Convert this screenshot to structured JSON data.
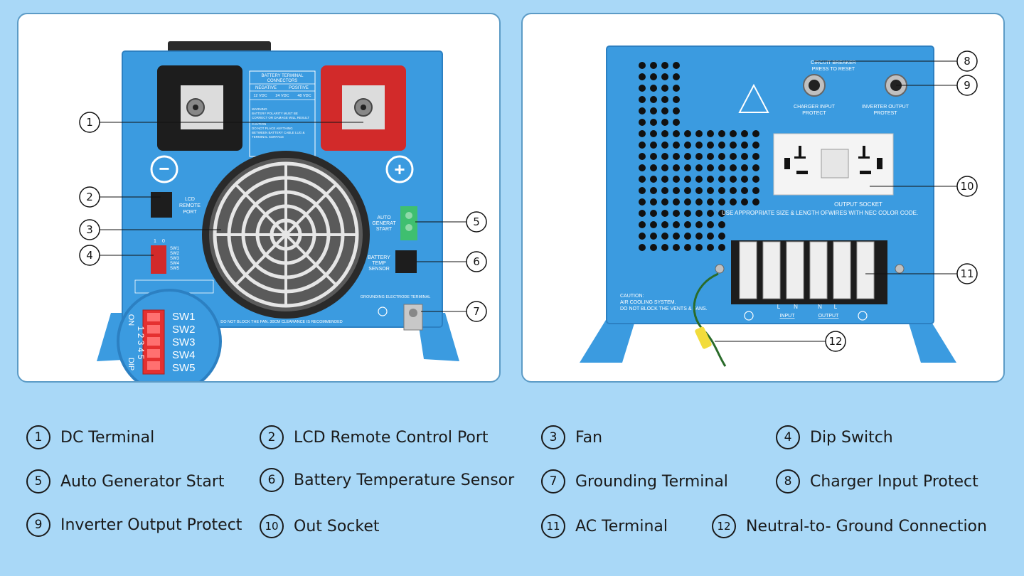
{
  "front_panel": {
    "callouts": [
      "1",
      "2",
      "3",
      "4",
      "5",
      "6",
      "7"
    ],
    "minus_symbol": "−",
    "plus_symbol": "+",
    "lcd_label": [
      "LCD",
      "REMOTE",
      "PORT"
    ],
    "battery_table_title": [
      "BATTERY TERMINAL",
      "CONNECTORS"
    ],
    "battery_table_headers": [
      "NEGATIVE",
      "POSITIVE"
    ],
    "battery_voltages": [
      "12 VDC",
      "24 VDC",
      "48 VDC"
    ],
    "warning_text": [
      "WARNING",
      "BATTERY POLARITY MUST BE",
      "CORRECT OR DAMAGE WILL RESULT",
      "CAUTION",
      "DO NOT PLACE ANYTHING",
      "BETWEEN BATTERY CABLE LUG &",
      "TERMINAL SURFACE"
    ],
    "auto_gen_label": [
      "AUTO",
      "GENERAT",
      "START"
    ],
    "battery_temp_label": [
      "BATTERY",
      "TEMP",
      "SENSOR"
    ],
    "grounding_label": "GROUNDING ELECTRODE TERMINAL",
    "fan_warning": "DO NOT BLOCK THE FAN. 30CM CLEARANCE IS RECOMMENDED",
    "dip_header": [
      "1",
      "0"
    ],
    "dip_labels": [
      "SW1",
      "SW2",
      "SW3",
      "SW4",
      "SW5"
    ],
    "dip_zoom_labels": [
      "SW1",
      "SW2",
      "SW3",
      "SW4",
      "SW5"
    ],
    "dip_zoom_side": "1 2 3 4 5",
    "dip_zoom_on": "ON",
    "dip_zoom_dip": "DIP"
  },
  "back_panel": {
    "callouts": [
      "8",
      "9",
      "10",
      "11",
      "12"
    ],
    "breaker_label": [
      "CIRCUIT BREAKER",
      "PRESS TO RESET"
    ],
    "charger_label": [
      "CHARGER INPUT",
      "PROTECT"
    ],
    "inverter_label": [
      "INVERTER OUTPUT",
      "PROTEST"
    ],
    "socket_label": "OUTPUT  SOCKET",
    "wire_note": "USE APPROPRIATE SIZE & LENGTH OFWIRES WITH NEC COLOR CODE.",
    "caution_text": [
      "CAUTION:",
      "AIR COOLING SYSTEM.",
      "DO NOT BLOCK THE VENTS & FANS."
    ],
    "terminal_labels": [
      "L",
      "N",
      "INPUT",
      "N",
      "L",
      "OUTPUT"
    ]
  },
  "legend": [
    {
      "num": "1",
      "label": "DC Terminal"
    },
    {
      "num": "2",
      "label": "LCD Remote Control Port"
    },
    {
      "num": "3",
      "label": "Fan"
    },
    {
      "num": "4",
      "label": "Dip Switch"
    },
    {
      "num": "5",
      "label": "Auto Generator Start"
    },
    {
      "num": "6",
      "label": "Battery Temperature Sensor"
    },
    {
      "num": "7",
      "label": "Grounding Terminal"
    },
    {
      "num": "8",
      "label": "Charger Input Protect"
    },
    {
      "num": "9",
      "label": "Inverter Output Protect"
    },
    {
      "num": "10",
      "label": "Out Socket"
    },
    {
      "num": "11",
      "label": "AC Terminal"
    },
    {
      "num": "12",
      "label": "Neutral-to- Ground Connection"
    }
  ],
  "colors": {
    "background": "#a9d8f7",
    "device_blue": "#3b9be0",
    "positive_red": "#d22a2a",
    "terminal_green": "#3fbf6f"
  }
}
